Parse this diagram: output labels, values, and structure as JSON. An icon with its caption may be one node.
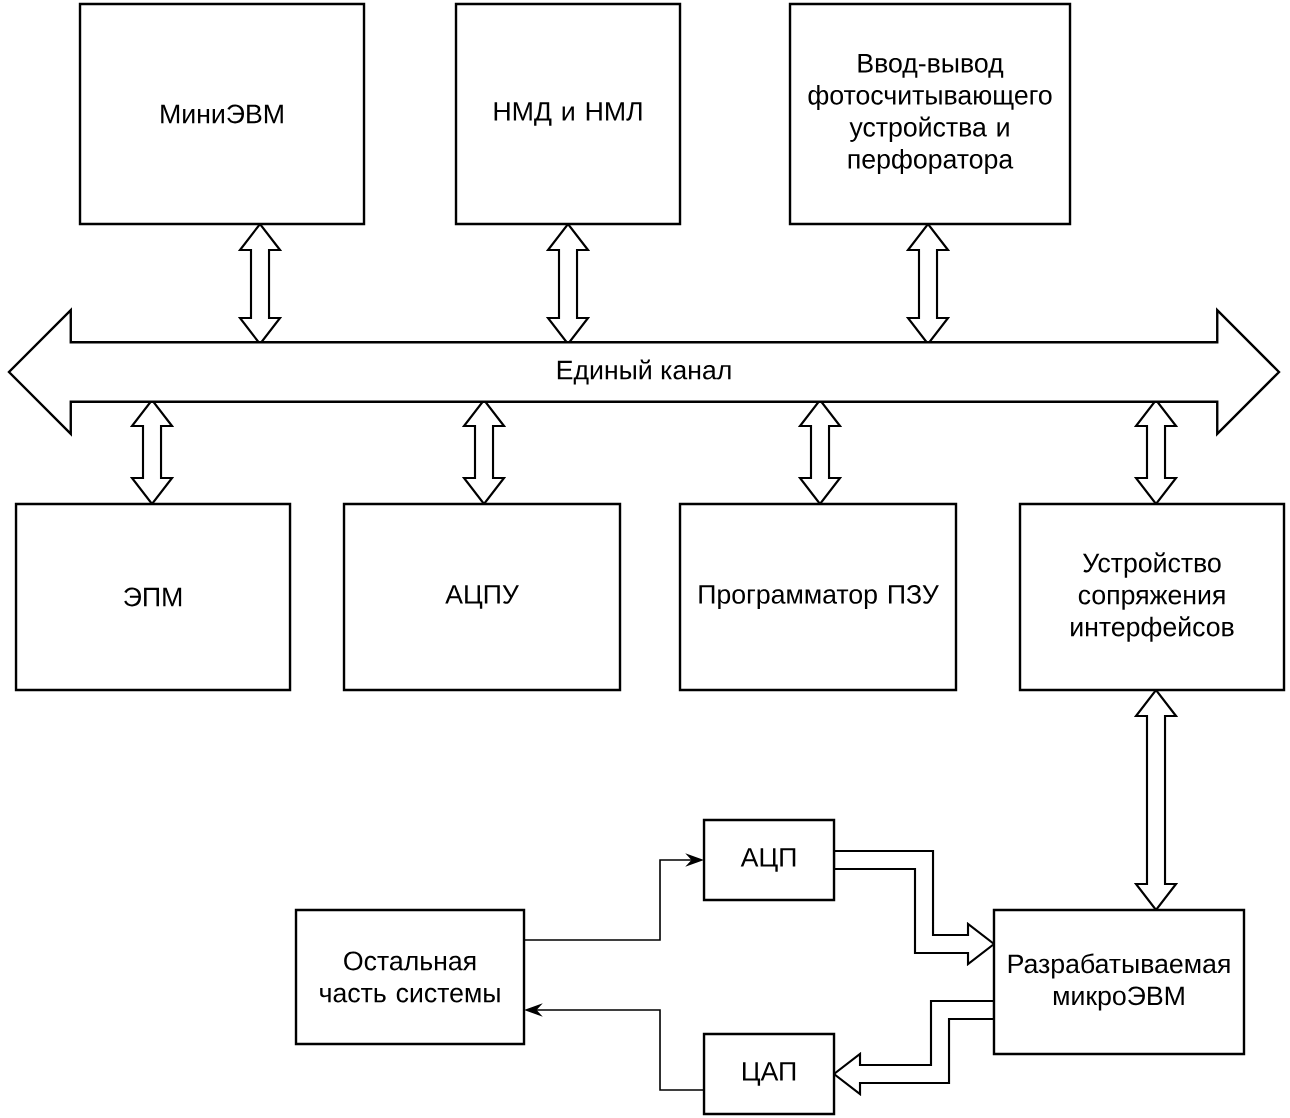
{
  "diagram": {
    "nodes": [
      {
        "text": [
          "МиниЭВМ"
        ]
      },
      {
        "text": [
          "НМД и НМЛ"
        ]
      },
      {
        "text": [
          "Ввод-вывод фотосчитывающего устройства и перфоратора"
        ]
      },
      {
        "text": [
          "Единый канал"
        ]
      },
      {
        "text": [
          "ЭПМ"
        ]
      },
      {
        "text": [
          "АЦПУ"
        ]
      },
      {
        "text": [
          "Программатор ПЗУ"
        ]
      },
      {
        "text": [
          "Устройство сопряжения интерфейсов"
        ]
      },
      {
        "text": [
          "Остальная часть системы"
        ]
      },
      {
        "text": [
          "АЦП"
        ]
      },
      {
        "text": [
          "Разрабатываемая микроЭВМ"
        ]
      },
      {
        "text": [
          "ЦАП"
        ]
      }
    ],
    "edges": [
      {
        "from": 0,
        "to": 3,
        "arrow": "both",
        "style": "thick"
      },
      {
        "from": 1,
        "to": 3,
        "arrow": "both",
        "style": "thick"
      },
      {
        "from": 2,
        "to": 3,
        "arrow": "both",
        "style": "thick"
      },
      {
        "from": 3,
        "to": 4,
        "arrow": "both",
        "style": "thick"
      },
      {
        "from": 3,
        "to": 5,
        "arrow": "both",
        "style": "thick"
      },
      {
        "from": 3,
        "to": 6,
        "arrow": "both",
        "style": "thick"
      },
      {
        "from": 3,
        "to": 7,
        "arrow": "both",
        "style": "thick"
      },
      {
        "from": 7,
        "to": 10,
        "arrow": "both",
        "style": "thick"
      },
      {
        "from": 8,
        "to": 9,
        "arrow": "to"
      },
      {
        "from": 9,
        "to": 10,
        "arrow": "to",
        "style": "thick"
      },
      {
        "from": 10,
        "to": 11,
        "arrow": "to",
        "style": "thick"
      },
      {
        "from": 11,
        "to": 8,
        "arrow": "to"
      }
    ]
  }
}
